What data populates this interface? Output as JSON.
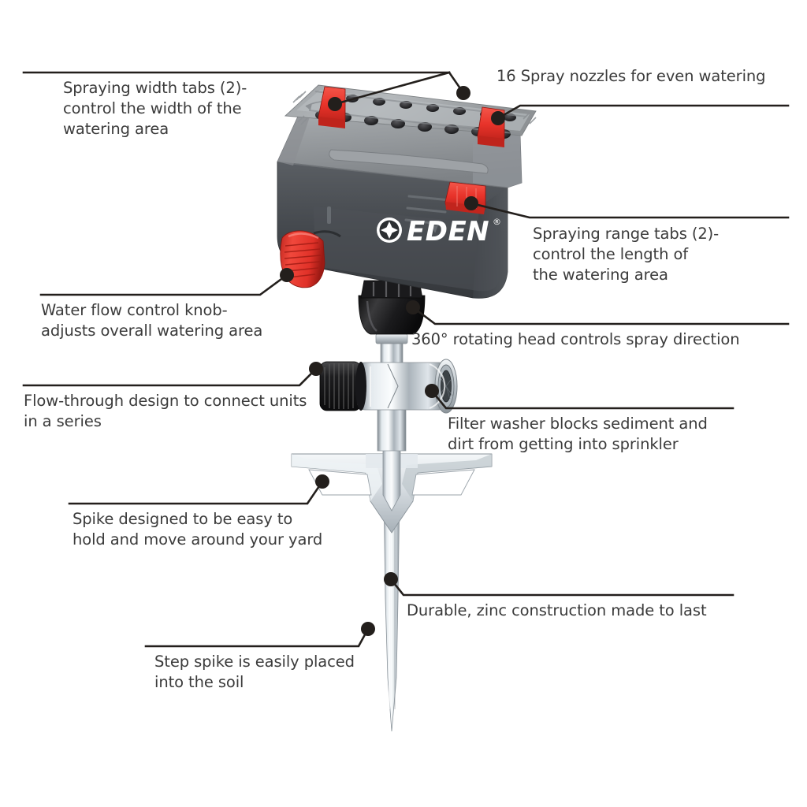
{
  "diagram": {
    "title": "Eden lawn sprinkler feature callout diagram",
    "product_brand": "EDEN",
    "brand_mark": "®",
    "background_color": "#ffffff",
    "text_color": "#3b3b3b",
    "leader_line_color": "#231f1c",
    "accent_red": "#e8332a",
    "body_gray_light": "#a8abad",
    "body_gray_dark": "#4a4d52",
    "metal_zinc": "#c9d0d6",
    "plastic_black": "#232323"
  },
  "callouts": [
    {
      "id": "spraying-width-tabs",
      "text": "Spraying width tabs (2)-\ncontrol the width of the\nwatering area",
      "side": "left"
    },
    {
      "id": "spray-nozzles",
      "text": "16 Spray nozzles for even watering",
      "side": "right"
    },
    {
      "id": "spraying-range-tabs",
      "text": "Spraying range tabs (2)-\ncontrol the length of\nthe watering area",
      "side": "right"
    },
    {
      "id": "water-flow-knob",
      "text": "Water flow control knob-\nadjusts overall watering area",
      "side": "left"
    },
    {
      "id": "rotating-head",
      "text": "360° rotating head controls spray direction",
      "side": "right"
    },
    {
      "id": "flow-through-design",
      "text": "Flow-through design to connect units\nin a series",
      "side": "left"
    },
    {
      "id": "filter-washer",
      "text": "Filter washer blocks sediment and\ndirt from getting into sprinkler",
      "side": "right"
    },
    {
      "id": "spike-design",
      "text": "Spike designed to be easy to\nhold and move around your yard",
      "side": "left"
    },
    {
      "id": "zinc-construction",
      "text": "Durable, zinc construction made to last",
      "side": "right"
    },
    {
      "id": "step-spike",
      "text": "Step spike is easily placed\ninto the soil",
      "side": "left"
    }
  ],
  "product_parts": [
    {
      "id": "nozzle-deck",
      "label": "nozzle deck with 16 spray nozzles"
    },
    {
      "id": "width-tab-left",
      "label": "left red spraying width tab"
    },
    {
      "id": "width-tab-right",
      "label": "right red spraying width tab"
    },
    {
      "id": "range-tab",
      "label": "red spraying range tab"
    },
    {
      "id": "water-flow-knob",
      "label": "red water flow control knob"
    },
    {
      "id": "rotating-head",
      "label": "black 360 degree rotating head"
    },
    {
      "id": "filter-connector",
      "label": "chrome hose connector with filter washer"
    },
    {
      "id": "flow-through-cap",
      "label": "black flow-through cap"
    },
    {
      "id": "step-spike",
      "label": "zinc step spike"
    }
  ]
}
